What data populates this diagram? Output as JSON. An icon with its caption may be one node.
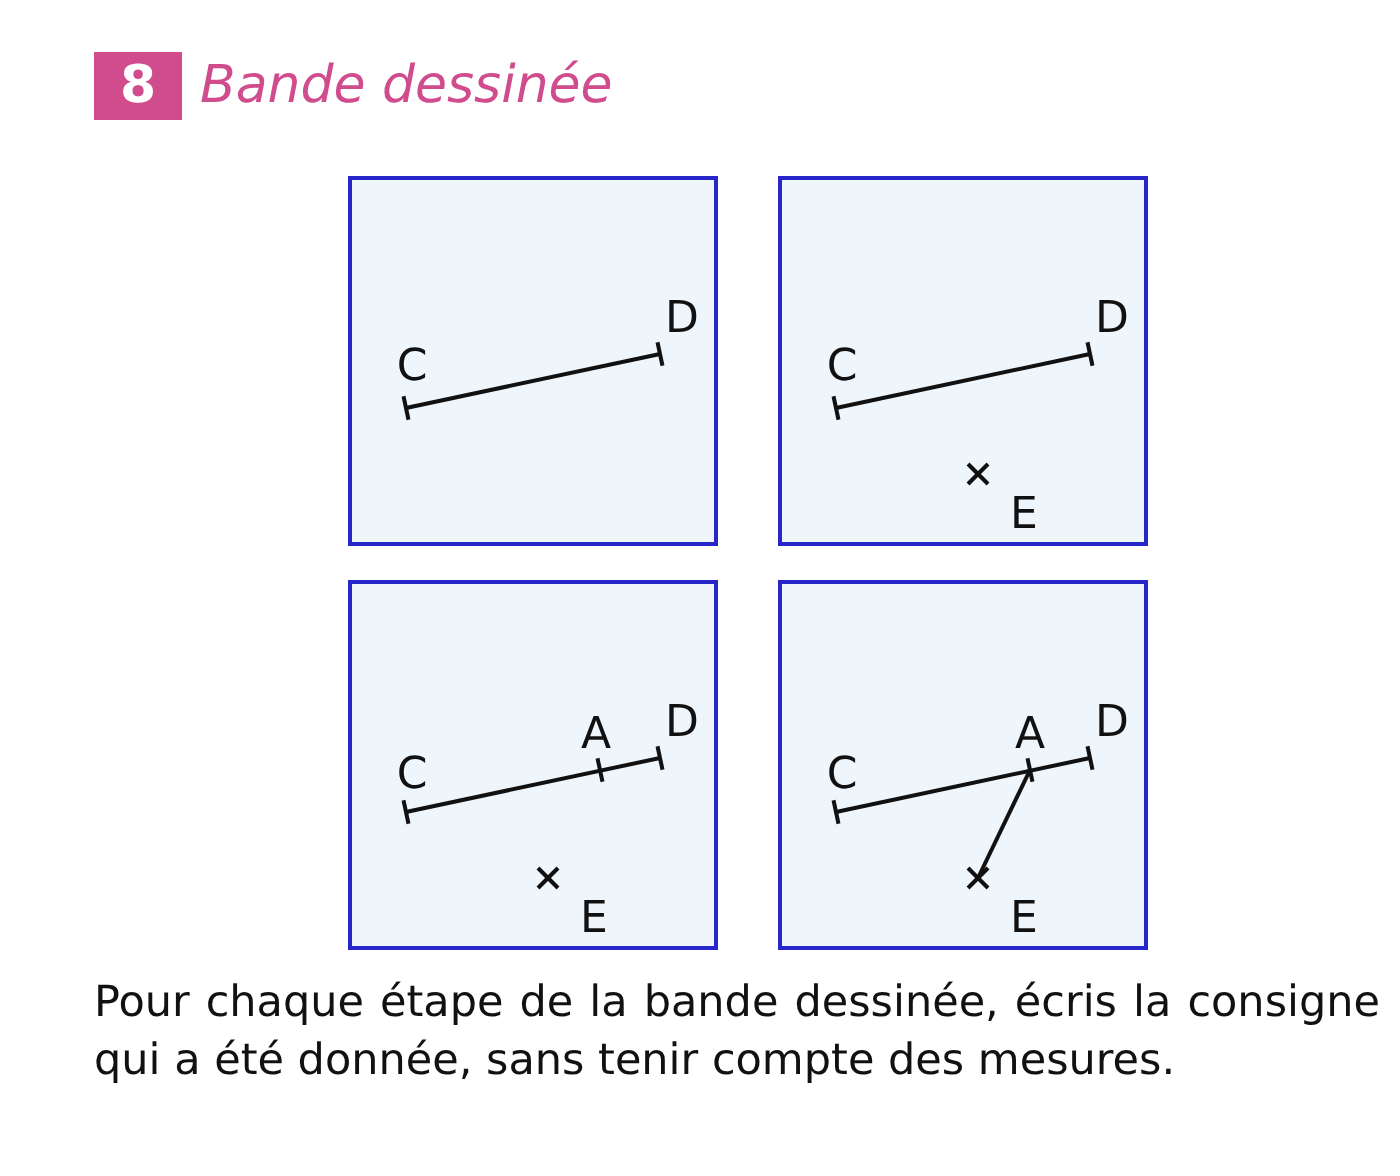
{
  "diagram": {
    "title": "Bande dessinée",
    "labels": [
      "8"
    ],
    "nodes": [
      {
        "text": [
          "C",
          "D"
        ]
      },
      {
        "text": [
          "C",
          "D",
          "E"
        ]
      },
      {
        "text": [
          "C",
          "A",
          "D",
          "E"
        ]
      },
      {
        "text": [
          "C",
          "A",
          "D",
          "E"
        ]
      }
    ],
    "caption": "Pour chaque étape de la bande dessinée, écris la consigne qui a été donnée, sans tenir compte des mesures."
  }
}
